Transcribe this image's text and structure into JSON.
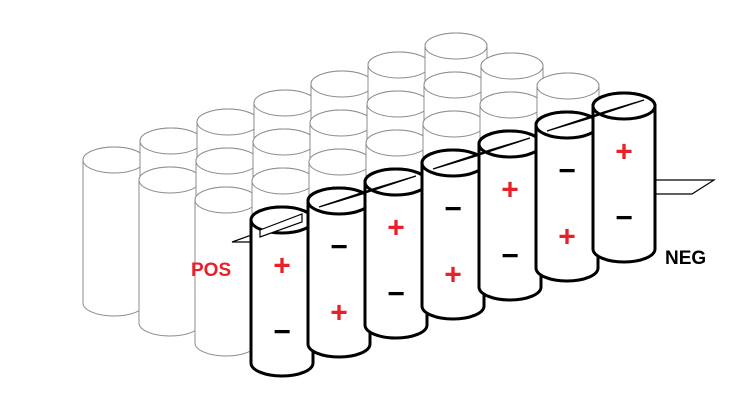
{
  "labels": {
    "pos": "POS",
    "neg": "NEG"
  },
  "signs": {
    "plus": "+",
    "minus": "−"
  },
  "colors": {
    "positive": "#e8202a",
    "terminal_label_pos": "#e8202a",
    "terminal_label_neg": "#000000",
    "cell_outline_light": "#8c8c8c",
    "cell_outline_bold": "#000000",
    "background": "#ffffff"
  },
  "front_row": [
    {
      "top": "plus",
      "bottom": "minus"
    },
    {
      "top": "minus",
      "bottom": "plus"
    },
    {
      "top": "plus",
      "bottom": "minus"
    },
    {
      "top": "minus",
      "bottom": "plus"
    },
    {
      "top": "plus",
      "bottom": "minus"
    },
    {
      "top": "minus",
      "bottom": "plus"
    },
    {
      "top": "plus",
      "bottom": "minus"
    }
  ]
}
